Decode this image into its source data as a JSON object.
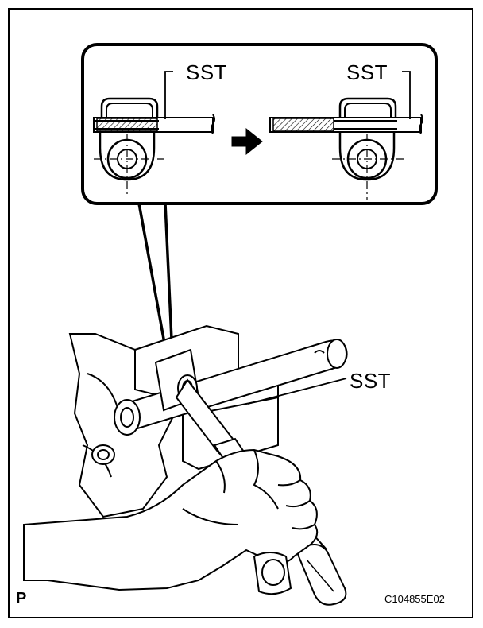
{
  "labels": {
    "sst_inset_left": "SST",
    "sst_inset_right": "SST",
    "sst_main": "SST"
  },
  "footer": {
    "page_letter": "P",
    "figure_code": "C104855E02"
  },
  "style": {
    "line_color": "#000000",
    "background": "#ffffff"
  }
}
